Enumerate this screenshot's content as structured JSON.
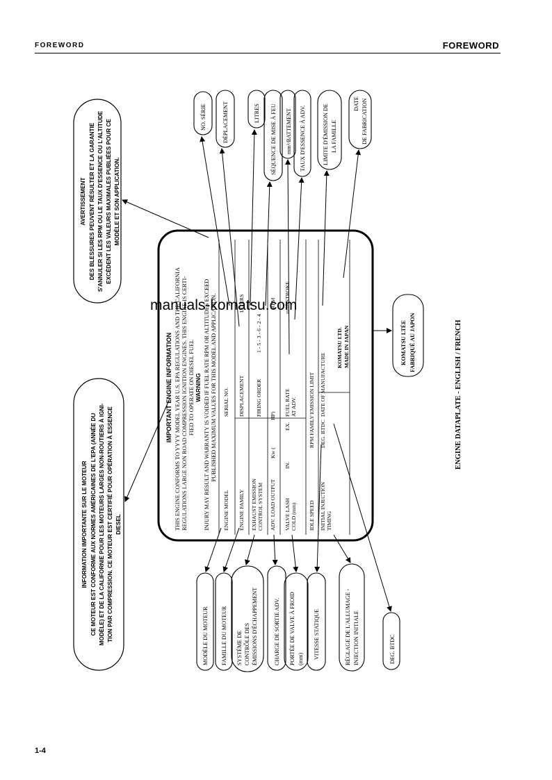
{
  "header": {
    "left": "FOREWORD",
    "right": "FOREWORD"
  },
  "page_number": "1-4",
  "watermark": "manuals-komatsu.com",
  "caption": "ENGINE DATAPLATE - ENGLISH / FRENCH",
  "plate": {
    "title": "IMPORTANT ENGINE INFORMATION",
    "intro": [
      "THIS ENGINE CONFORMS TO YYYY MODEL YEAR U.S. EPA REGULATIONS AND THE CALIFORNIA",
      "REGULATIONS LARGE NON ROAD COMPRESSION IGNITION ENGINES. THIS ENGINE IS CERTI-",
      "FIED TO OPERATE ON DIESEL FUEL"
    ],
    "warning_title": "WARNING",
    "warning": [
      "INJURY MAY RESULT AND WARRANTY IS VOIDED IF FUEL RATE RPM OR ALTITUDES EXCEED",
      "PUBLISHED MAXIMUM VALUES FOR THIS MODEL AND APPLICATION."
    ],
    "engine_model": "ENGINE MODEL",
    "serial_no": "SERIAL NO.",
    "engine_family": "ENGINE FAMILY",
    "displacement": "DISPLACEMENT",
    "liters": "LITERS",
    "exhaust_1": "EXHAUST EMISSION",
    "exhaust_2": "CONTROL SYSTEM",
    "firing_order": "FIRING ORDER",
    "firing_value": "1 - 5 - 3 - 6 - 2 - 4",
    "adv_load": "ADV. LOAD OUTPUT",
    "kw": "Kw    (",
    "hp": "HP)",
    "rpm": "RPM",
    "valve_1": "VALVE LASH",
    "valve_2": "COLD (mm)",
    "in": "IN.",
    "ex": "EX.",
    "fuel_rate": "FUEL RATE",
    "at_adv": "AT ADV.",
    "mm3": "mm³/STROKE",
    "idle": "IDLE SPEED",
    "rpm_family": "RPM FAMILY EMISSION LIMIT",
    "initial_1": "INITIAL INJECTION",
    "initial_2": "TIMING",
    "deg_btdc": "DEG. BTDC",
    "date_mfg": "DATE OF MANUFACTURE",
    "komatsu_1": "KOMATSU LTD.",
    "komatsu_2": "MADE IN JAPAN"
  },
  "callouts": {
    "info_fr_title": "INFORMATION IMPORTANTE SUR LE MOTEUR",
    "info_fr": [
      "CE MOTEUR EST CONFORME AUX NORMES AMÉRICAINES DE L'EPA (ANNÉE DU",
      "MODÈLE) ET DE LA CALIFORNIE POUR LES MOTEURS LARGES NON-ROUTIERS À IGNI-",
      "TION PAR COMPRESSION.  CE MOTEUR EST CERTIFIÉ POUR OPÉRATION À ESSENCE",
      "DIESEL"
    ],
    "warn_fr_title": "AVERTISSEMENT",
    "warn_fr": [
      "DES BLESSURES PEUVENT RÉSULTER ET LA GARANTIE",
      "S'ANNULER SI LES RPM OU LE TAUX D'ESSENCE OU L'ALTITUDE",
      "EXCÈDENT LES VALEURS MAXIMALES PUBLIÉES POUR CE",
      "MODÈLE ET SON APPLICATION."
    ],
    "no_serie": "NO. SÉRIE",
    "deplacement": "DÉPLACEMENT",
    "litres": "LITRES",
    "sequence": "SÉQUENCE DE MISE À FEU",
    "mm3_battement": "mm³/BATTEMENT",
    "taux": "TAUX D'ESSENCE À ADV.",
    "limite_1": "LIMITE D'ÉMISSION DE",
    "limite_2": "LA FAMILLE",
    "date_1": "DATE",
    "date_2": "DE FABRICATION",
    "komatsu_fr_1": "KOMATSU LTÉE",
    "komatsu_fr_2": "FABRIQUÉ AU JAPON",
    "modele": "MODÈLE DU MOTEUR",
    "famille": "FAMILLE DU MOTEUR",
    "systeme_1": "SYSTÈME DE",
    "systeme_2": "CONTRÔLE DES",
    "systeme_3": "ÉMISSIONS D'ÉCHAPPEMENT",
    "charge": "CHARGE DE SORTIE ADV.",
    "portee_1": "PORTÉE DE VALVE À FROID",
    "portee_2": "(mm)",
    "vitesse": "VITESSE STATIQUE",
    "reglage_1": "RÉGLAGE DE L'ALLUMAGE -",
    "reglage_2": "INJECTION INITIALE",
    "deg_fr": "DEG. BTDC"
  }
}
